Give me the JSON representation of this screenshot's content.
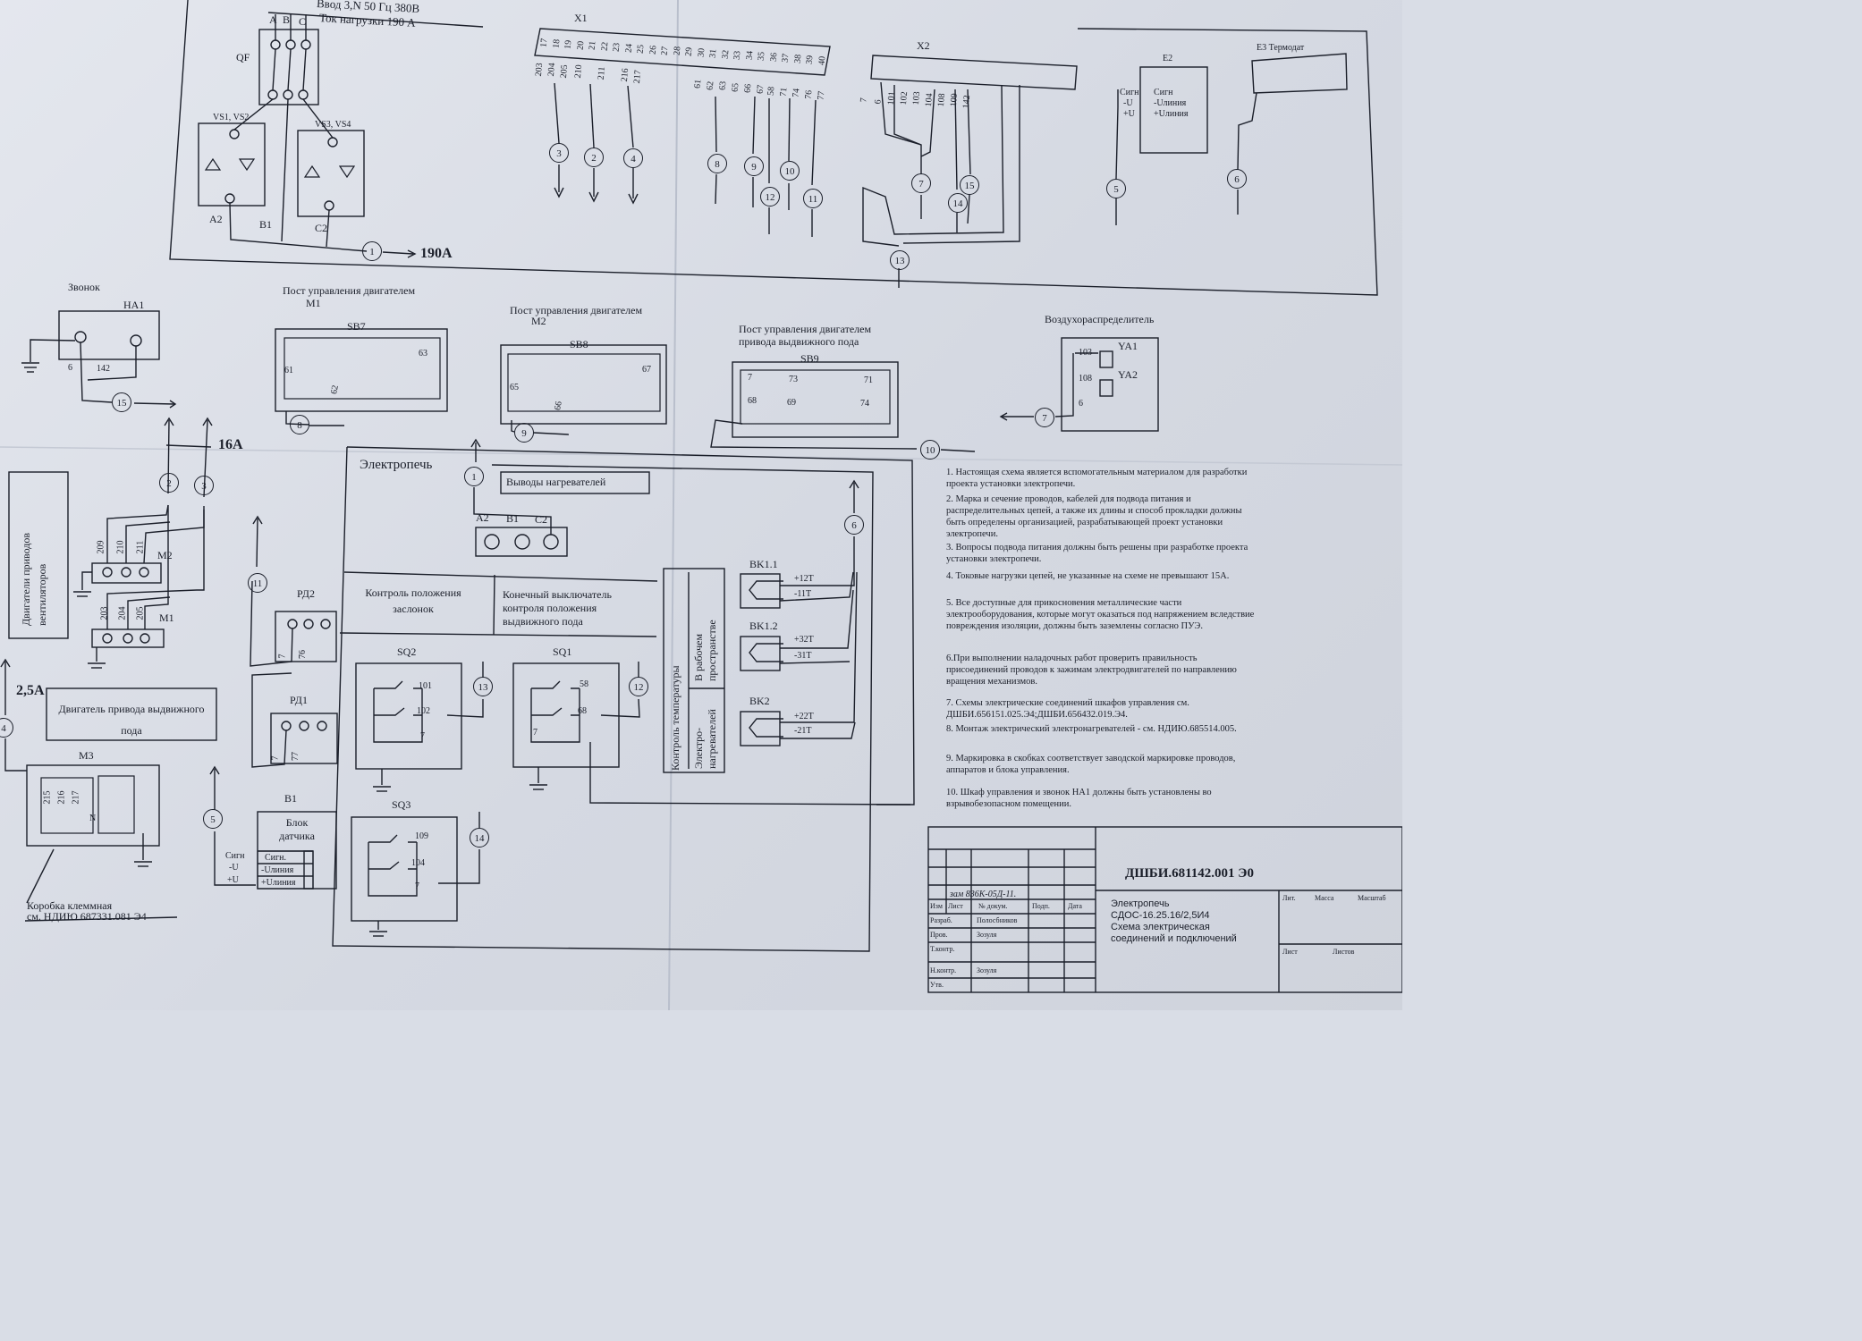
{
  "power_input": {
    "line1": "Ввод 3,N 50 Гц 380В",
    "line2": "Ток нагрузки 190 А",
    "phases": [
      "A",
      "B",
      "C"
    ],
    "breaker": "QF",
    "thyristors": [
      "VS1, VS2",
      "VS3, VS4"
    ],
    "outputs": [
      "A2",
      "B1",
      "C2"
    ],
    "cable_label": "190A"
  },
  "terminals": {
    "x1": {
      "label": "X1",
      "contacts": [
        "17",
        "18",
        "19",
        "20",
        "21",
        "22",
        "23",
        "24",
        "25",
        "26",
        "27",
        "28",
        "29",
        "30",
        "31",
        "32",
        "33",
        "34",
        "35",
        "36",
        "37",
        "38",
        "39",
        "40"
      ],
      "wires": [
        "203",
        "204",
        "205",
        "210",
        "211",
        "216",
        "217",
        "61",
        "62",
        "63",
        "65",
        "66",
        "67",
        "58",
        "71",
        "74",
        "76",
        "77"
      ]
    },
    "x2": {
      "label": "X2",
      "wires": [
        "7",
        "6",
        "101",
        "102",
        "103",
        "104",
        "108",
        "109",
        "142"
      ]
    },
    "e2": {
      "label": "E2",
      "rows": [
        "Сигн",
        "-Uлиния",
        "+Uлиния"
      ],
      "side": [
        "Сигн",
        "-U",
        "+U"
      ]
    },
    "e3": {
      "label": "E3 Термодат"
    }
  },
  "cables": [
    "1",
    "2",
    "3",
    "4",
    "5",
    "6",
    "7",
    "8",
    "9",
    "10",
    "11",
    "12",
    "13",
    "14",
    "15"
  ],
  "bell": {
    "title": "Звонок",
    "label": "HA1",
    "wires": [
      "6",
      "142"
    ]
  },
  "motor_posts": [
    {
      "title": "Пост управления двигателем",
      "motor": "M1",
      "label": "SB7",
      "wires": [
        "61",
        "62",
        "63"
      ]
    },
    {
      "title": "Пост управления двигателем",
      "motor": "M2",
      "label": "SB8",
      "wires": [
        "65",
        "66",
        "67"
      ]
    },
    {
      "title": "Пост управления двигателем привода выдвижного пода",
      "label": "SB9",
      "wires": [
        "7",
        "68",
        "73",
        "69",
        "71",
        "74"
      ]
    }
  ],
  "air_distributor": {
    "title": "Воздухораспределитель",
    "valves": [
      "YA1",
      "YA2"
    ],
    "wires": [
      "103",
      "108",
      "6"
    ]
  },
  "fan_motors": {
    "title": "Двигатели приводов вентиляторов",
    "current": "16A",
    "m2": {
      "label": "M2",
      "wires": [
        "209",
        "210",
        "211"
      ]
    },
    "m1": {
      "label": "M1",
      "wires": [
        "203",
        "204",
        "205"
      ]
    }
  },
  "hearth_motor": {
    "current": "2,5A",
    "title": "Двигатель привода выдвижного пода",
    "label": "M3",
    "wires": [
      "215",
      "216",
      "217",
      "N"
    ],
    "junction_box": "Коробка клеммная",
    "junction_ref": "см. НДИЮ 687331.081 Э4"
  },
  "furnace": {
    "title": "Электропечь",
    "heater_outputs": "Выводы нагревателей",
    "heater_terminals": [
      "A2",
      "B1",
      "C2"
    ],
    "damper_control": "Контроль положения заслонок",
    "limit_switch": "Конечный выключатель контроля положения выдвижного пода",
    "temp_control": "Контроль температуры",
    "in_workspace": "В рабочем пространстве",
    "heaters": "Электро-нагревателей",
    "relays": [
      {
        "label": "РД2",
        "wires": [
          "7",
          "76"
        ]
      },
      {
        "label": "РД1",
        "wires": [
          "7",
          "77"
        ]
      }
    ],
    "switches": [
      {
        "label": "SQ2",
        "wires": [
          "101",
          "102",
          "7"
        ]
      },
      {
        "label": "SQ1",
        "wires": [
          "58",
          "68",
          "7"
        ]
      },
      {
        "label": "SQ3",
        "wires": [
          "109",
          "104",
          "7"
        ]
      }
    ],
    "thermocouples": [
      {
        "label": "BK1.1",
        "plus": "+12T",
        "minus": "-11T"
      },
      {
        "label": "BK1.2",
        "plus": "+32T",
        "minus": "-31T"
      },
      {
        "label": "BK2",
        "plus": "+22T",
        "minus": "-21T"
      }
    ],
    "sensor_block": {
      "label": "B1",
      "title": "Блок датчика",
      "rows": [
        "Сигн.",
        "-Uлиния",
        "+Uлиния"
      ],
      "side": [
        "Сигн",
        "-U",
        "+U"
      ]
    }
  },
  "notes": [
    "1. Настоящая схема является вспомогательным материалом для разработки проекта установки электропечи.",
    "2. Марка и сечение проводов, кабелей для подвода питания и распределительных цепей, а также их длины и способ прокладки должны быть определены организацией, разрабатывающей проект установки электропечи.",
    "3. Вопросы подвода питания должны быть решены при разработке проекта установки электропечи.",
    "4. Токовые нагрузки цепей, не указанные на схеме не превышают 15А.",
    "5. Все доступные для прикосновения металлические части электрооборудования, которые могут оказаться под напряжением вследствие повреждения изоляции, должны быть заземлены согласно ПУЭ.",
    "6.При выполнении наладочных работ проверить правильность присоединений проводов к зажимам электродвигателей по направлению вращения механизмов.",
    "7. Схемы электрические соединений шкафов управления см. ДШБИ.656151.025.Э4;ДШБИ.656432.019.Э4.",
    "8. Монтаж электрический электронагревателей - см. НДИЮ.685514.005.",
    "9. Маркировка в скобках соответствует заводской маркировке проводов, аппаратов и блока управления.",
    "10. Шкаф управления и звонок HA1 должны быть установлены во взрывобезопасном помещении."
  ],
  "title_block": {
    "doc_code": "ДШБИ.681142.001 Э0",
    "name_lines": [
      "Электропечь",
      "СДОС-16.25.16/2,5И4",
      "Схема электрическая",
      "соединений и подключений"
    ],
    "row_labels": [
      "Изм",
      "Лист",
      "№ докум.",
      "Подп.",
      "Дата",
      "Разраб.",
      "Пров.",
      "Т.контр.",
      "Н.контр.",
      "Утв."
    ],
    "people": [
      "Полосбников",
      "Зозуля",
      "Зозуля"
    ],
    "change_note": "зам 836К-05Д-11.",
    "right_labels": [
      "Лит.",
      "Масса",
      "Масштаб",
      "Лист",
      "Листов"
    ]
  }
}
